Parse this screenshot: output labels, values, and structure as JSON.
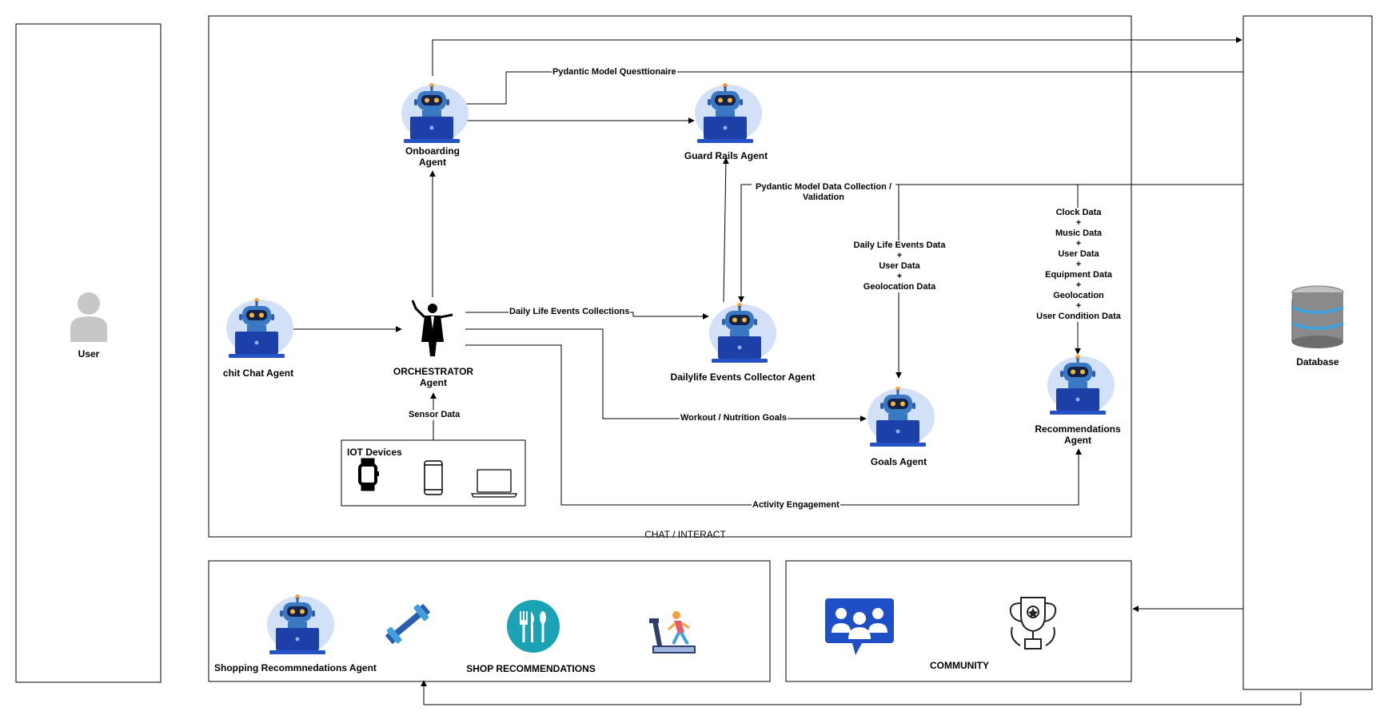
{
  "nodes": {
    "user": "User",
    "database": "Database",
    "onboarding": [
      "Onboarding",
      "Agent"
    ],
    "guard_rails": "Guard Rails Agent",
    "chit_chat": "chit Chat Agent",
    "orchestrator": [
      "ORCHESTRATOR",
      "Agent"
    ],
    "dailylife": "Dailylife Events Collector Agent",
    "goals": "Goals Agent",
    "recommendations": [
      "Recommendations",
      "Agent"
    ],
    "iot": "IOT Devices",
    "shopping_agent": "Shopping Recommnedations Agent",
    "shop": "SHOP RECOMMENDATIONS",
    "community": "COMMUNITY",
    "chat_interact": "CHAT / INTERACT"
  },
  "edges": {
    "questionnaire": "Pydantic Model Questtionaire",
    "data_validation": [
      "Pydantic Model Data Collection /",
      "Validation"
    ],
    "daily_life_collections": "Daily Life Events Collections",
    "workout_goals": "Workout / Nutrition Goals",
    "activity": "Activity Engagement",
    "sensor": "Sensor Data"
  },
  "goals_inputs": [
    "Daily Life Events Data",
    "+",
    "User Data",
    "+",
    "Geolocation Data"
  ],
  "recommendation_inputs": [
    "Clock Data",
    "+",
    "Music Data",
    "+",
    "User Data",
    "+",
    "Equipment Data",
    "+",
    "Geolocation",
    "+",
    "User Condition Data"
  ],
  "colors": {
    "robot_head": "#3a78c4",
    "robot_laptop": "#1d3fa8",
    "robot_glow": "#c9dbf6",
    "eyes": "#f7b733",
    "teal": "#1aa3b4",
    "community_blue": "#1f4fc7",
    "line": "#000000"
  },
  "icons": {
    "robot": "robot-agent-icon",
    "user": "user-silhouette-icon",
    "database": "database-icon",
    "conductor": "conductor-icon",
    "watch": "smartwatch-icon",
    "phone": "smartphone-icon",
    "laptop": "laptop-icon",
    "dumbbell": "dumbbell-icon",
    "food": "utensils-icon",
    "treadmill": "treadmill-icon",
    "community": "community-chat-icon",
    "trophy": "trophy-icon"
  }
}
